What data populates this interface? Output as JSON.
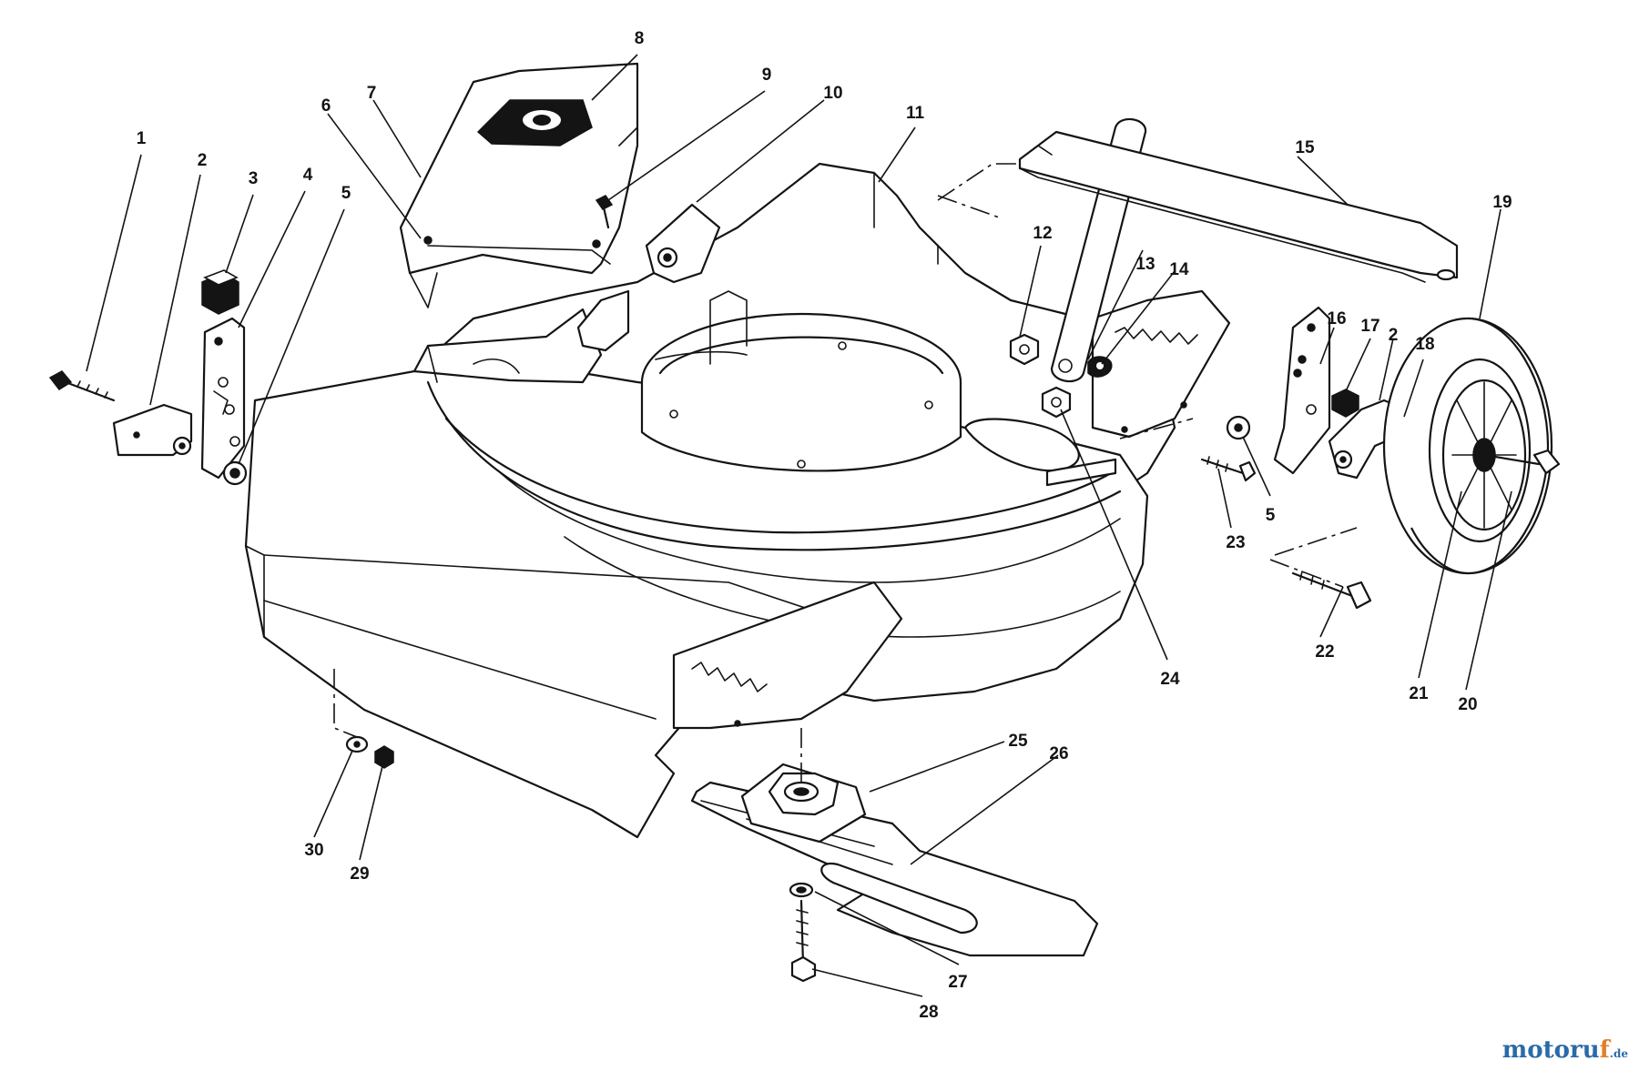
{
  "diagram": {
    "type": "exploded-parts-view",
    "callouts": [
      "1",
      "2",
      "3",
      "4",
      "5",
      "6",
      "7",
      "8",
      "9",
      "10",
      "11",
      "12",
      "13",
      "14",
      "15",
      "16",
      "17",
      "2",
      "18",
      "19",
      "5",
      "23",
      "24",
      "22",
      "21",
      "20",
      "25",
      "26",
      "30",
      "29",
      "27",
      "28"
    ]
  },
  "watermark": {
    "part1": "motoru",
    "part2": "f",
    "part3": ".de"
  },
  "colors": {
    "ink": "#141414",
    "paper": "#ffffff",
    "brand_blue": "#2a6aa8",
    "brand_orange": "#e0812a"
  }
}
